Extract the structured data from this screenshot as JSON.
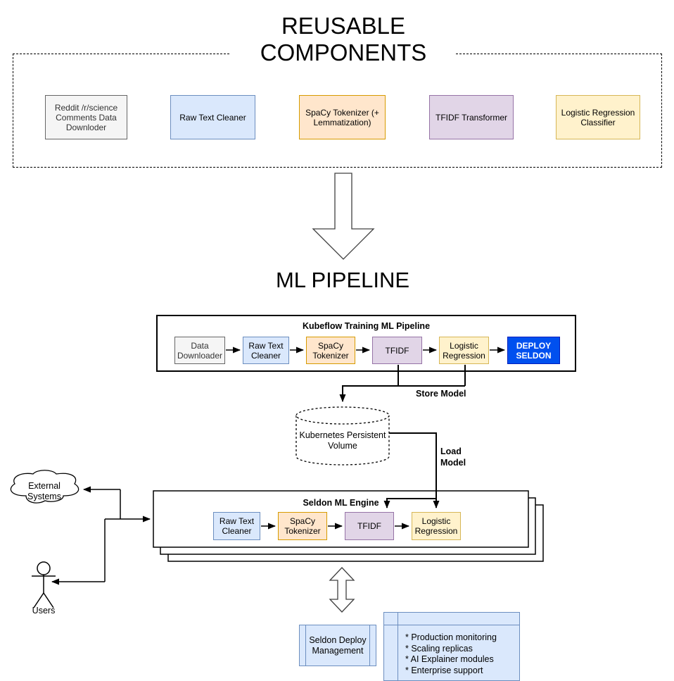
{
  "reusable": {
    "title": "REUSABLE COMPONENTS",
    "items": [
      "Reddit /r/science Comments Data Downloder",
      "Raw Text Cleaner",
      "SpaCy Tokenizer (+ Lemmatization)",
      "TFIDF Transformer",
      "Logistic Regression Classifier"
    ]
  },
  "pipeline_title": "ML PIPELINE",
  "kubeflow": {
    "title": "Kubeflow Training ML Pipeline",
    "steps": [
      "Data Downloader",
      "Raw Text Cleaner",
      "SpaCy Tokenizer",
      "TFIDF",
      "Logistic Regression",
      "DEPLOY SELDON"
    ]
  },
  "storage": {
    "store_label": "Store Model",
    "volume_label": "Kubernetes Persistent Volume",
    "load_label": "Load Model"
  },
  "seldon": {
    "title": "Seldon ML Engine",
    "steps": [
      "Raw Text Cleaner",
      "SpaCy Tokenizer",
      "TFIDF",
      "Logistic Regression"
    ]
  },
  "actors": {
    "external_systems": "External Systems",
    "users": "Users"
  },
  "deploy": {
    "management_label": "Seldon Deploy Management",
    "features": [
      "* Production monitoring",
      "* Scaling replicas",
      "* AI Explainer modules",
      "* Enterprise support"
    ]
  },
  "colors": {
    "gray_fill": "#f5f5f5",
    "gray_stroke": "#666666",
    "blue_fill": "#dae8fc",
    "blue_stroke": "#6c8ebf",
    "orange_fill": "#ffe6cc",
    "orange_stroke": "#d79b00",
    "purple_fill": "#e1d5e7",
    "purple_stroke": "#9673a6",
    "yellow_fill": "#fff2cc",
    "yellow_stroke": "#d6b656",
    "deploy_fill": "#0050ef",
    "deploy_stroke": "#001dbc",
    "line": "#000000"
  }
}
